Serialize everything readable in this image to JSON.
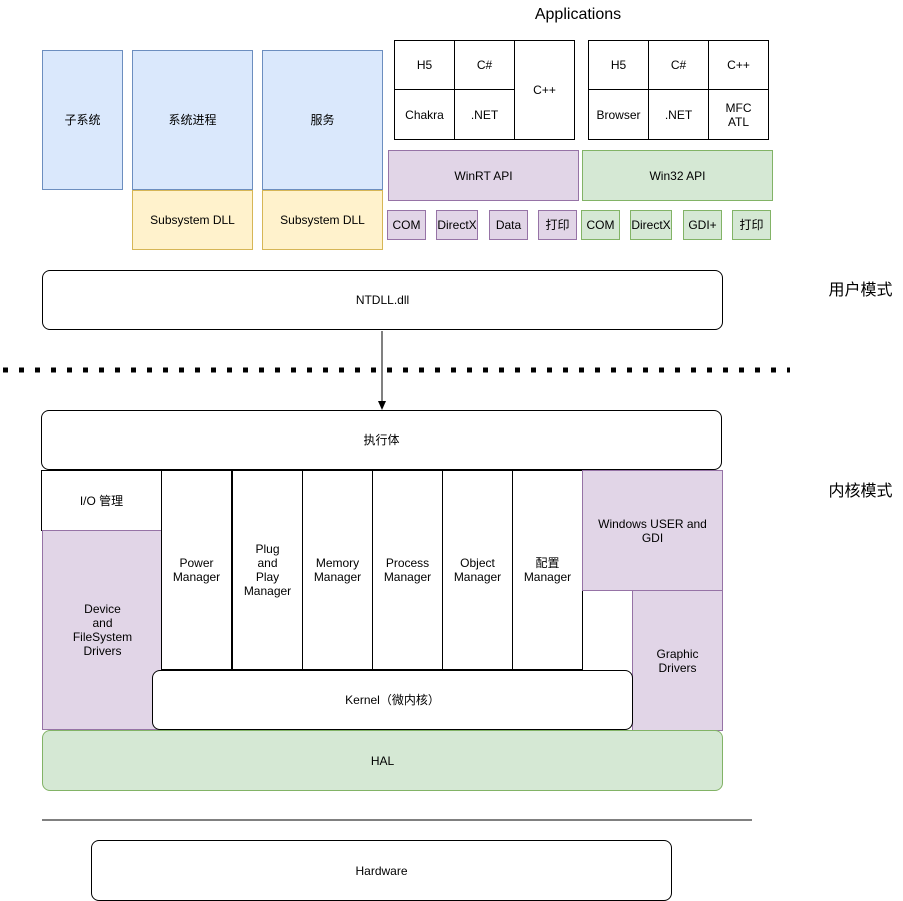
{
  "applications_title": "Applications",
  "user": {
    "subsystem": "子系统",
    "system_process": "系统进程",
    "service": "服务",
    "subsystem_dll_1": "Subsystem DLL",
    "subsystem_dll_2": "Subsystem DLL"
  },
  "winrt_group": {
    "h5": "H5",
    "csharp": "C#",
    "cpp": "C++",
    "chakra": "Chakra",
    "dotnet": ".NET",
    "api": "WinRT API",
    "com": "COM",
    "directx": "DirectX",
    "data": "Data",
    "print": "打印"
  },
  "win32_group": {
    "h5": "H5",
    "csharp": "C#",
    "cpp": "C++",
    "browser": "Browser",
    "dotnet": ".NET",
    "mfc_atl": "MFC\nATL",
    "api": "Win32 API",
    "com": "COM",
    "directx": "DirectX",
    "gdi": "GDI+",
    "print": "打印"
  },
  "ntdll": "NTDLL.dll",
  "user_mode_label": "用户模式",
  "kernel_mode_label": "内核模式",
  "executive": "执行体",
  "kernel_components": {
    "io": "I/O 管理",
    "device_drivers": "Device\nand\nFileSystem\nDrivers",
    "power": "Power\nManager",
    "pnp": "Plug\nand\nPlay\nManager",
    "memory": "Memory\nManager",
    "process": "Process\nManager",
    "object": "Object\nManager",
    "config": "配置\nManager",
    "windows_user_gdi": "Windows USER and\nGDI",
    "graphic_drivers": "Graphic\nDrivers",
    "kernel": "Kernel（微内核）",
    "hal": "HAL"
  },
  "hardware": "Hardware",
  "colors": {
    "blue_fill": "#dae8fc",
    "blue_stroke": "#6c8ebf",
    "yellow_fill": "#fff2cc",
    "yellow_stroke": "#d6b656",
    "purple_fill": "#e1d5e7",
    "purple_stroke": "#9673a6",
    "green_fill": "#d5e8d4",
    "green_stroke": "#82b366"
  }
}
